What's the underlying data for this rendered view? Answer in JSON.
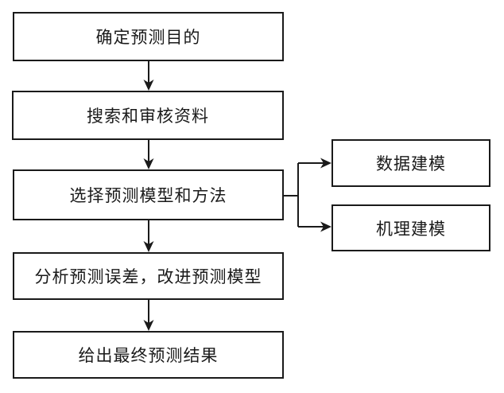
{
  "diagram": {
    "type": "flowchart",
    "colors": {
      "line": "#1a1a1a",
      "background": "#ffffff",
      "text": "#1a1a1a"
    },
    "nodes": [
      {
        "id": "step-1",
        "label": "确定预测目的"
      },
      {
        "id": "step-2",
        "label": "搜索和审核资料"
      },
      {
        "id": "step-3",
        "label": "选择预测模型和方法"
      },
      {
        "id": "step-4",
        "label": "分析预测误差，改进预测模型"
      },
      {
        "id": "step-5",
        "label": "给出最终预测结果"
      },
      {
        "id": "branch-data",
        "label": "数据建模"
      },
      {
        "id": "branch-mechanism",
        "label": "机理建模"
      }
    ],
    "edges": [
      {
        "from": "step-1",
        "to": "step-2",
        "style": "arrow"
      },
      {
        "from": "step-2",
        "to": "step-3",
        "style": "arrow"
      },
      {
        "from": "step-3",
        "to": "step-4",
        "style": "arrow"
      },
      {
        "from": "step-4",
        "to": "step-5",
        "style": "arrow"
      },
      {
        "from": "step-3",
        "to": "branch-data",
        "style": "arrow"
      },
      {
        "from": "step-3",
        "to": "branch-mechanism",
        "style": "arrow"
      }
    ]
  }
}
